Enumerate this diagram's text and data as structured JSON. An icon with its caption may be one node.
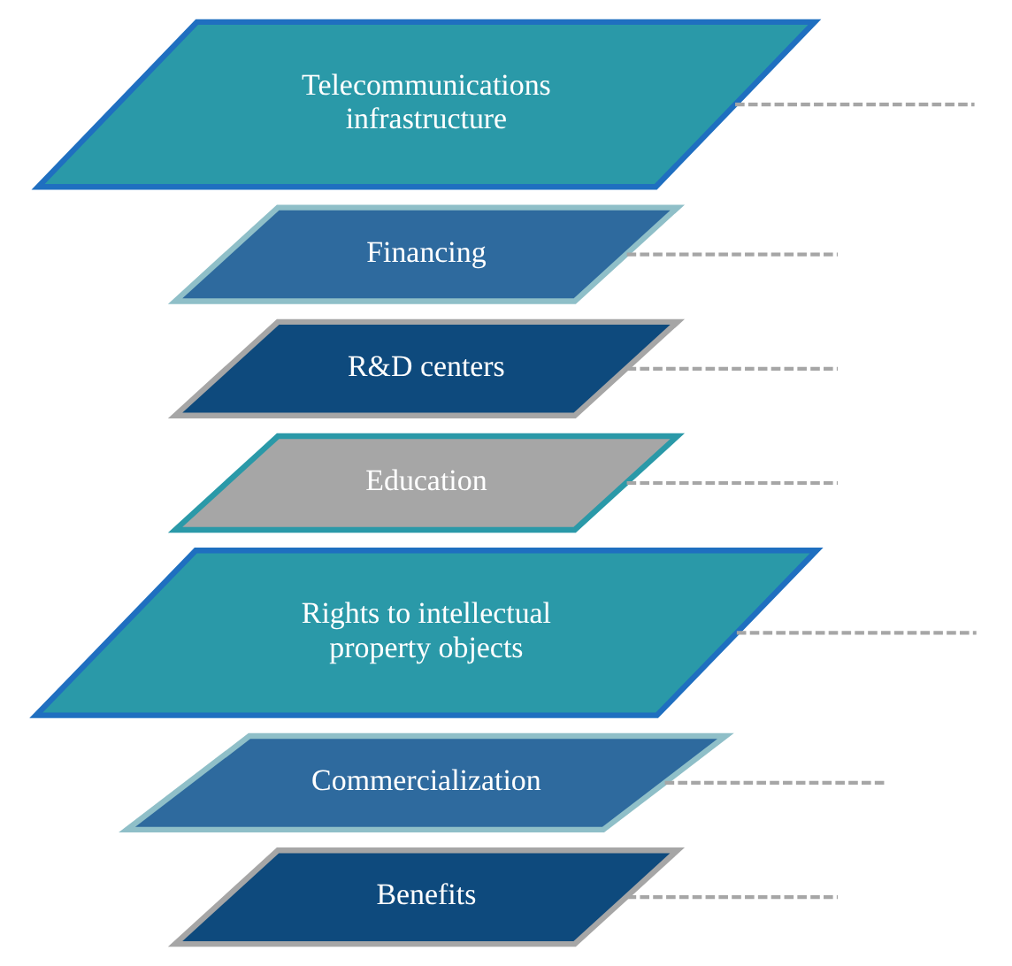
{
  "diagram": {
    "nodes": [
      {
        "text": [
          "Telecommunications infrastructure"
        ]
      },
      {
        "text": [
          "Financing"
        ]
      },
      {
        "text": [
          "R&D centers"
        ]
      },
      {
        "text": [
          "Education"
        ]
      },
      {
        "text": [
          "Rights to intellectual property objects"
        ]
      },
      {
        "text": [
          "Commercialization"
        ]
      },
      {
        "text": [
          "Benefits"
        ]
      }
    ],
    "edges": [
      {
        "from": 0,
        "to": null,
        "arrow": "none",
        "style": "dashed"
      },
      {
        "from": 1,
        "to": null,
        "arrow": "none",
        "style": "dashed"
      },
      {
        "from": 2,
        "to": null,
        "arrow": "none",
        "style": "dashed"
      },
      {
        "from": 3,
        "to": null,
        "arrow": "none",
        "style": "dashed"
      },
      {
        "from": 4,
        "to": null,
        "arrow": "none",
        "style": "dashed"
      },
      {
        "from": 5,
        "to": null,
        "arrow": "none",
        "style": "dashed"
      },
      {
        "from": 6,
        "to": null,
        "arrow": "none",
        "style": "dashed"
      }
    ]
  }
}
